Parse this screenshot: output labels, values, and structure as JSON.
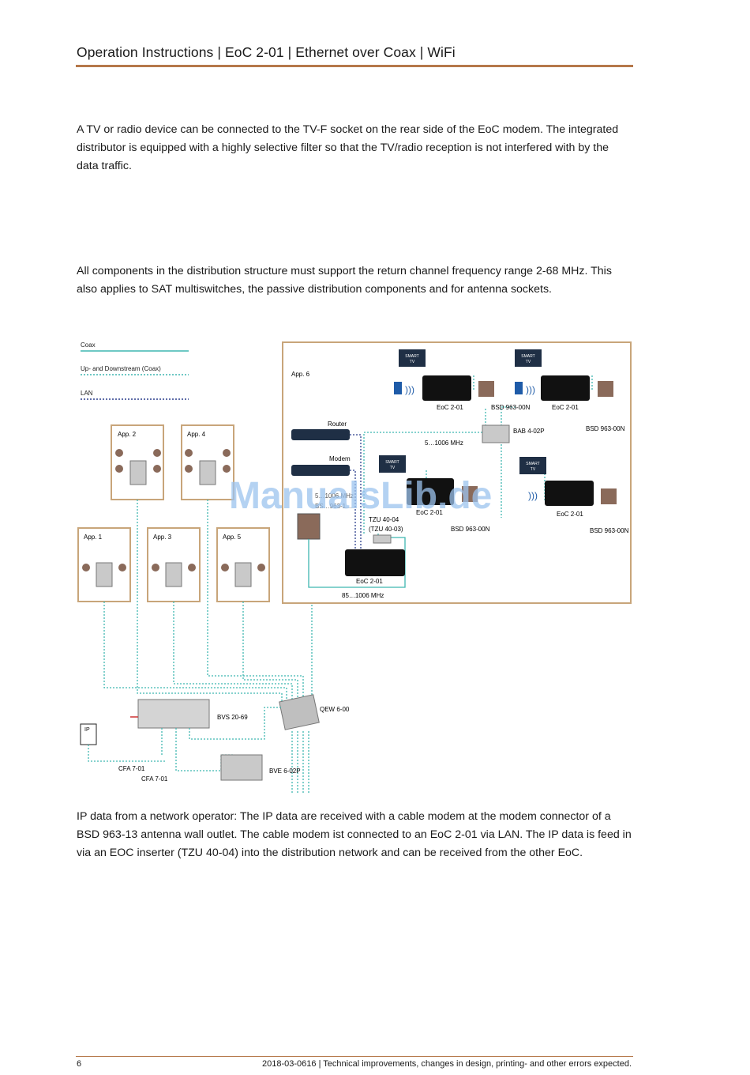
{
  "header": {
    "title": "Operation Instructions | EoC 2-01 | Ethernet over Coax | WiFi"
  },
  "paragraphs": {
    "tv_radio": "A TV or radio device can be connected to the TV-F socket on the rear side of the EoC modem. The integrated distributor is equipped with a highly selective filter so that the TV/radio reception is not interfered with by the data traffic.",
    "return_channel": "All components in the distribution structure must support the return channel frequency range 2-68 MHz. This also applies to SAT multiswitches, the passive distribution components and for antenna sockets.",
    "ip_data": "IP data from a network operator: The IP data are received with a cable modem at the modem connector of a BSD 963-13 antenna wall outlet. The cable modem ist connected to an EoC 2-01 via LAN. The IP data is feed in via an EOC inserter (TZU 40-04) into the distribution network and can be received from the other EoC."
  },
  "diagram": {
    "legend": {
      "coax": "Coax",
      "updown": "Up- and Downstream (Coax)",
      "lan": "LAN"
    },
    "apartments": {
      "app1": "App. 1",
      "app2": "App. 2",
      "app3": "App. 3",
      "app4": "App. 4",
      "app5": "App. 5",
      "app6": "App. 6"
    },
    "devices": {
      "router": "Router",
      "modem": "Modem",
      "smart_tv": "SMART",
      "smart_tv2": "TV",
      "eoc": "EoC 2-01",
      "bsd": "BSD 963-00N",
      "bab": "BAB 4-02P",
      "freq_5": "5…1006 MHz",
      "freq_85": "85…1006 MHz",
      "tzu": "TZU 40-04",
      "tzu_alt": "(TZU 40-03)",
      "bsd13_partial": "BS…963-1…",
      "freq_5_partial": "5…1006 MHz",
      "qew": "QEW 6-00",
      "bvs": "BVS 20-69",
      "ip": "IP",
      "cfa1": "CFA 7-01",
      "cfa2": "CFA 7-01",
      "bve": "BVE 6-02P"
    },
    "watermark": "ManualsLib.de",
    "colors": {
      "coax": "#3fb6b0",
      "lan": "#2b3f8c",
      "frame": "#c8a57a",
      "watermark": "#9cc3ee"
    }
  },
  "footer": {
    "page_number": "6",
    "note": "2018-03-0616 | Technical improvements, changes in design, printing- and other errors expected."
  }
}
